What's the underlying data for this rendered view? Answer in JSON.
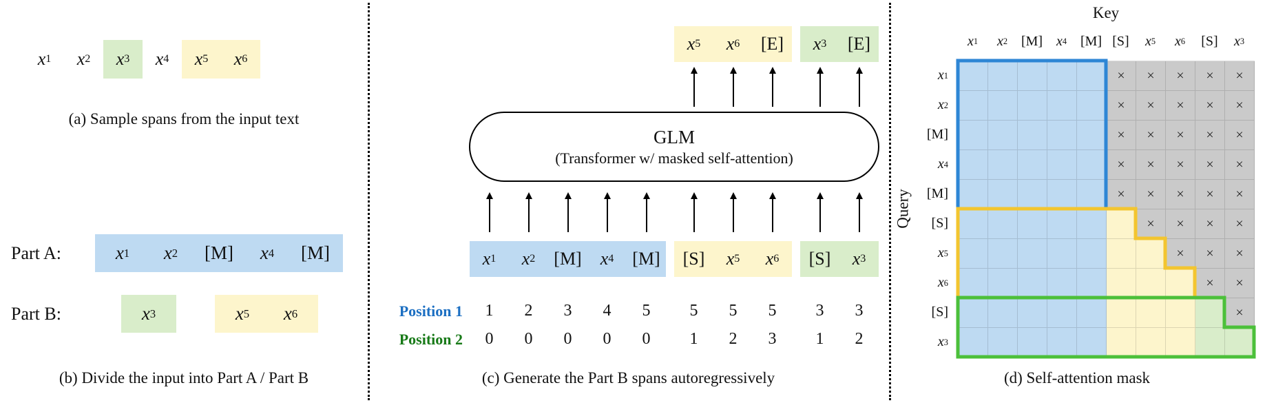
{
  "figure": {
    "colors": {
      "blue_bg": "#bedaf2",
      "yellow_bg": "#fdf5cc",
      "green_bg": "#d9edca",
      "gray_bg": "#cacaca",
      "blue_outline": "#2e86d5",
      "yellow_outline": "#f3c52f",
      "green_outline": "#4cc03a",
      "pos1_color": "#1c6fc2",
      "pos2_color": "#187a18"
    },
    "panel_a": {
      "input_tokens": [
        {
          "token": "x1",
          "highlight": "none"
        },
        {
          "token": "x2",
          "highlight": "none"
        },
        {
          "token": "x3",
          "highlight": "green"
        },
        {
          "token": "x4",
          "highlight": "none"
        },
        {
          "token": "x5",
          "highlight": "yellow"
        },
        {
          "token": "x6",
          "highlight": "yellow"
        }
      ],
      "caption_a": "(a) Sample spans from the input text",
      "part_a_label": "Part A:",
      "part_a_tokens": [
        "x1",
        "x2",
        "[M]",
        "x4",
        "[M]"
      ],
      "part_b_label": "Part B:",
      "part_b_span1_tokens": [
        "x3"
      ],
      "part_b_span2_tokens": [
        "x5",
        "x6"
      ],
      "caption_b": "(b) Divide the input into Part A / Part B"
    },
    "panel_c": {
      "output_span1_tokens": [
        "x5",
        "x6",
        "[E]"
      ],
      "output_span2_tokens": [
        "x3",
        "[E]"
      ],
      "glm_title": "GLM",
      "glm_subtitle": "(Transformer w/ masked self-attention)",
      "input_group_a_tokens": [
        "x1",
        "x2",
        "[M]",
        "x4",
        "[M]"
      ],
      "input_group_b1_tokens": [
        "[S]",
        "x5",
        "x6"
      ],
      "input_group_b2_tokens": [
        "[S]",
        "x3"
      ],
      "position1_label": "Position 1",
      "position1_values": [
        "1",
        "2",
        "3",
        "4",
        "5",
        "5",
        "5",
        "5",
        "3",
        "3"
      ],
      "position2_label": "Position 2",
      "position2_values": [
        "0",
        "0",
        "0",
        "0",
        "0",
        "1",
        "2",
        "3",
        "1",
        "2"
      ],
      "caption": "(c) Generate the Part B spans autoregressively"
    },
    "panel_d": {
      "key_label": "Key",
      "query_label": "Query",
      "key_tokens": [
        "x1",
        "x2",
        "[M]",
        "x4",
        "[M]",
        "[S]",
        "x5",
        "x6",
        "[S]",
        "x3"
      ],
      "query_tokens": [
        "x1",
        "x2",
        "[M]",
        "x4",
        "[M]",
        "[S]",
        "x5",
        "x6",
        "[S]",
        "x3"
      ],
      "visible_counts": [
        5,
        5,
        5,
        5,
        5,
        6,
        7,
        8,
        9,
        10
      ],
      "column_regions": [
        "blue",
        "blue",
        "blue",
        "blue",
        "blue",
        "yellow",
        "yellow",
        "yellow",
        "green",
        "green"
      ],
      "outline_regions": [
        {
          "name": "part-a-region",
          "row_start": 0,
          "row_end": 4,
          "color": "blue"
        },
        {
          "name": "span-1-region",
          "row_start": 5,
          "row_end": 7,
          "color": "yellow"
        },
        {
          "name": "span-2-region",
          "row_start": 8,
          "row_end": 9,
          "color": "green"
        }
      ],
      "mask_symbol": "×",
      "caption": "(d) Self-attention mask"
    }
  }
}
